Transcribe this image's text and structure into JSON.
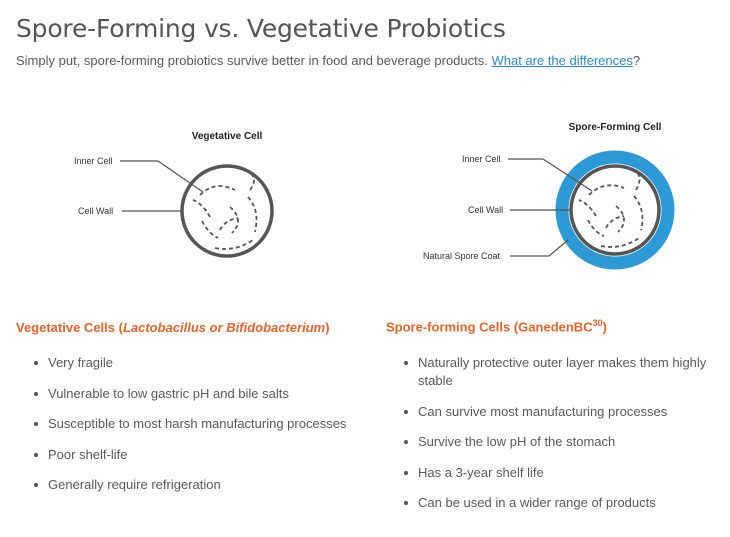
{
  "header": {
    "title": "Spore-Forming vs. Vegetative Probiotics",
    "intro_text": "Simply put, spore-forming probiotics survive better in food and beverage products. ",
    "intro_link": "What are the differences",
    "intro_end": "?"
  },
  "vegetative_diagram": {
    "title": "Vegetative Cell",
    "label_inner": "Inner Cell",
    "label_wall": "Cell Wall"
  },
  "spore_diagram": {
    "title": "Spore-Forming Cell",
    "label_inner": "Inner Cell",
    "label_wall": "Cell Wall",
    "label_coat": "Natural Spore Coat",
    "coat_color": "#2d9ad8"
  },
  "vegetative": {
    "heading_prefix": "Vegetative Cells (",
    "heading_italic": "Lactobacillus or Bifidobacterium",
    "heading_suffix": ")",
    "items": [
      "Very fragile",
      "Vulnerable to low gastric pH and bile salts",
      "Susceptible to most harsh manufacturing processes",
      "Poor shelf-life",
      "Generally require refrigeration"
    ]
  },
  "spore": {
    "heading": "Spore-forming Cells (GanedenBC",
    "heading_sup": "30",
    "heading_suffix": ")",
    "items": [
      "Naturally protective outer layer makes them highly stable",
      "Can survive most manufacturing processes",
      "Survive the low pH of the stomach",
      "Has a 3-year shelf life",
      "Can be used in a wider range of products"
    ]
  },
  "colors": {
    "accent_orange": "#e8632a",
    "link_blue": "#2a8bd1",
    "cell_wall": "#555555"
  }
}
